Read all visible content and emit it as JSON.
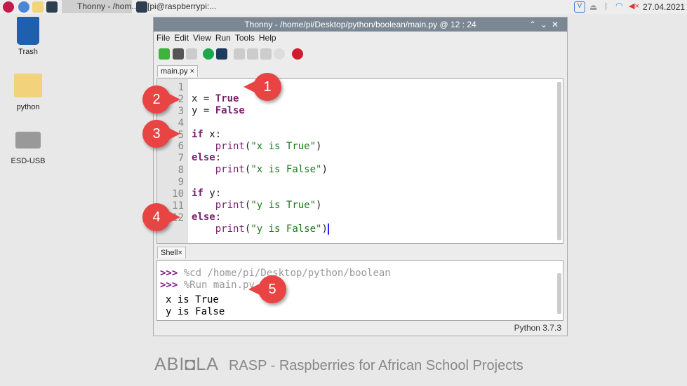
{
  "taskbar": {
    "tasks": [
      "Thonny - /hom...",
      "[pi@raspberrypi:..."
    ],
    "date": "27.04.2021"
  },
  "desktop": {
    "icons": [
      "Trash",
      "python",
      "ESD-USB"
    ]
  },
  "window": {
    "title": "Thonny - /home/pi/Desktop/python/boolean/main.py @ 12 : 24",
    "controls": [
      "⌃",
      "⌄",
      "✕"
    ],
    "menu": [
      "File",
      "Edit",
      "View",
      "Run",
      "Tools",
      "Help"
    ],
    "editor_tab": "main.py",
    "shell_tab": "Shell",
    "line_numbers": [
      "1",
      "2",
      "3",
      "4",
      "5",
      "6",
      "7",
      "8",
      "9",
      "10",
      "11",
      "12"
    ],
    "shell": {
      "history": [
        "%cd /home/pi/Desktop/python/boolean",
        "%Run main.py"
      ],
      "prompt": ">>>",
      "output": [
        "x is True",
        "y is False"
      ]
    },
    "status": "Python 3.7.3"
  },
  "code": {
    "x": "x = ",
    "true": "True",
    "y": "y = ",
    "false": "False",
    "if": "if",
    "else": "else",
    "colon": ":",
    "xv": " x",
    "yv": " y",
    "print": "print",
    "s1": "\"x is True\"",
    "s2": "\"x is False\"",
    "s3": "\"y is True\"",
    "s4": "\"y is False\""
  },
  "callouts": [
    "1",
    "2",
    "3",
    "4",
    "5"
  ],
  "footer": {
    "logo": "ABI◘LA",
    "text": "RASP - Raspberries for African School Projects"
  }
}
